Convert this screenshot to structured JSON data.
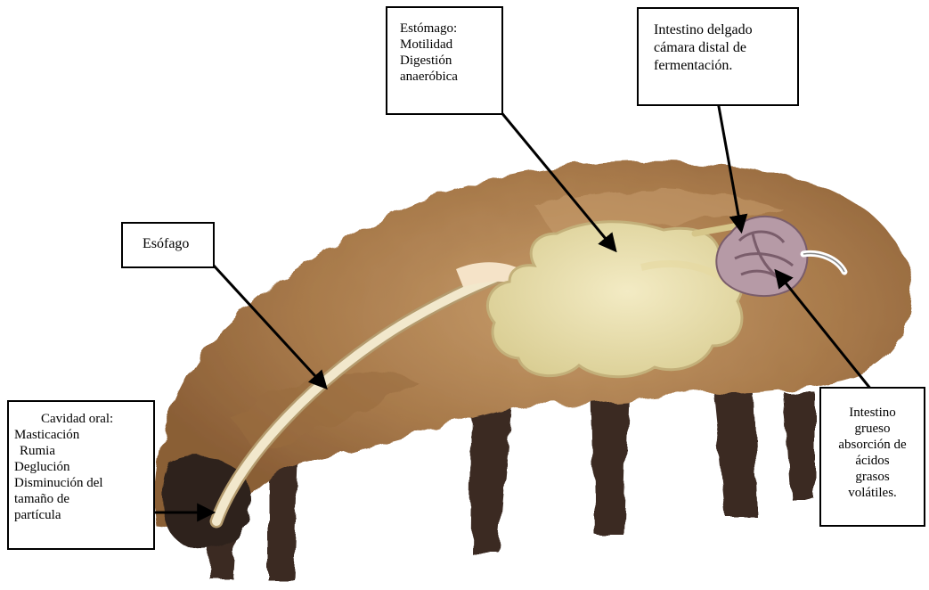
{
  "labels": {
    "cavidad_oral": [
      "Cavidad oral:",
      "Masticación",
      "Rumia",
      "Deglución",
      "Disminución del",
      "tamaño de",
      "partícula"
    ],
    "esofago": [
      "Esófago"
    ],
    "estomago": [
      "Estómago:",
      "Motilidad",
      "Digestión",
      "anaeróbica"
    ],
    "intestino_delgado": [
      "Intestino delgado",
      "cámara distal de",
      "fermentación."
    ],
    "intestino_grueso": [
      "Intestino",
      "grueso",
      "absorción de",
      "ácidos",
      "grasos",
      "volátiles."
    ]
  },
  "colors": {
    "fleece": "#a7794a",
    "fleece_light": "#c79c6a",
    "legs": "#3a2a22",
    "stomach": "#ece2b0",
    "intestine": "#b69aa6",
    "arrow": "#000000"
  }
}
